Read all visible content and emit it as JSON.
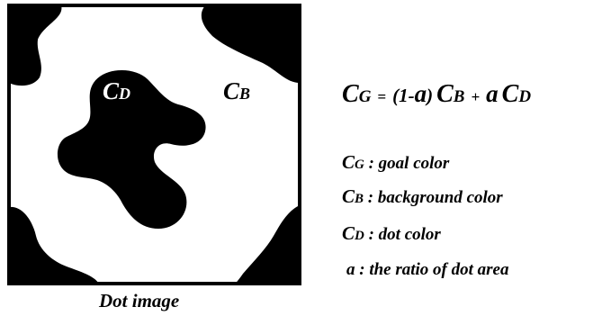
{
  "dot_image": {
    "label_cd": {
      "main": "C",
      "sub": "D"
    },
    "label_cb": {
      "main": "C",
      "sub": "B"
    },
    "caption": "Dot image",
    "fill_color": "#000000",
    "background_color": "#ffffff"
  },
  "equation": {
    "lhs_main": "C",
    "lhs_sub": "G",
    "equals": "=",
    "factor": "(1-",
    "alpha": "a",
    "close": ")",
    "term1_main": "C",
    "term1_sub": "B",
    "plus": "+",
    "alpha2": "a",
    "term2_main": "C",
    "term2_sub": "D"
  },
  "legend": [
    {
      "main": "C",
      "sub": "G",
      "text": " : goal color"
    },
    {
      "main": "C",
      "sub": "B",
      "text": " : background color"
    },
    {
      "main": "C",
      "sub": "D",
      "text": " : dot color"
    },
    {
      "main": "a",
      "sub": "",
      "text": " : the ratio of dot area"
    }
  ]
}
